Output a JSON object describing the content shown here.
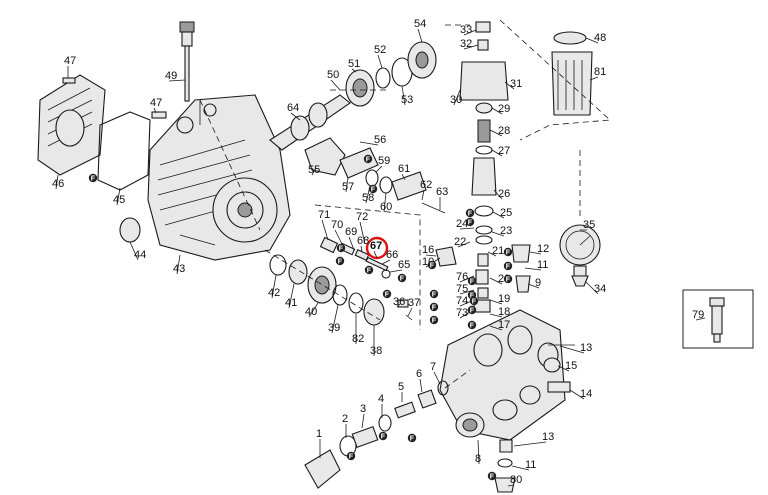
{
  "diagram": {
    "highlighted_callout": "67",
    "callouts": [
      {
        "id": "1",
        "label": "1"
      },
      {
        "id": "2",
        "label": "2"
      },
      {
        "id": "3",
        "label": "3"
      },
      {
        "id": "4",
        "label": "4"
      },
      {
        "id": "5",
        "label": "5"
      },
      {
        "id": "6",
        "label": "6"
      },
      {
        "id": "7",
        "label": "7"
      },
      {
        "id": "8",
        "label": "8"
      },
      {
        "id": "9",
        "label": "9"
      },
      {
        "id": "10",
        "label": "10"
      },
      {
        "id": "11",
        "label": "11"
      },
      {
        "id": "11b",
        "label": "11"
      },
      {
        "id": "12",
        "label": "12"
      },
      {
        "id": "13",
        "label": "13"
      },
      {
        "id": "13b",
        "label": "13"
      },
      {
        "id": "14",
        "label": "14"
      },
      {
        "id": "15",
        "label": "15"
      },
      {
        "id": "16",
        "label": "16"
      },
      {
        "id": "17",
        "label": "17"
      },
      {
        "id": "18",
        "label": "18"
      },
      {
        "id": "19",
        "label": "19"
      },
      {
        "id": "20",
        "label": "20"
      },
      {
        "id": "21",
        "label": "21"
      },
      {
        "id": "22",
        "label": "22"
      },
      {
        "id": "23",
        "label": "23"
      },
      {
        "id": "24",
        "label": "24"
      },
      {
        "id": "25",
        "label": "25"
      },
      {
        "id": "26",
        "label": "26"
      },
      {
        "id": "27",
        "label": "27"
      },
      {
        "id": "28",
        "label": "28"
      },
      {
        "id": "29",
        "label": "29"
      },
      {
        "id": "30",
        "label": "30"
      },
      {
        "id": "31",
        "label": "31"
      },
      {
        "id": "32",
        "label": "32"
      },
      {
        "id": "33",
        "label": "33"
      },
      {
        "id": "34",
        "label": "34"
      },
      {
        "id": "35",
        "label": "35"
      },
      {
        "id": "36",
        "label": "36"
      },
      {
        "id": "37",
        "label": "37"
      },
      {
        "id": "38",
        "label": "38"
      },
      {
        "id": "39",
        "label": "39"
      },
      {
        "id": "40",
        "label": "40"
      },
      {
        "id": "41",
        "label": "41"
      },
      {
        "id": "42",
        "label": "42"
      },
      {
        "id": "43",
        "label": "43"
      },
      {
        "id": "44",
        "label": "44"
      },
      {
        "id": "45",
        "label": "45"
      },
      {
        "id": "46",
        "label": "46"
      },
      {
        "id": "47",
        "label": "47"
      },
      {
        "id": "47b",
        "label": "47"
      },
      {
        "id": "48",
        "label": "48"
      },
      {
        "id": "49",
        "label": "49"
      },
      {
        "id": "50",
        "label": "50"
      },
      {
        "id": "51",
        "label": "51"
      },
      {
        "id": "52",
        "label": "52"
      },
      {
        "id": "53",
        "label": "53"
      },
      {
        "id": "54",
        "label": "54"
      },
      {
        "id": "55",
        "label": "55"
      },
      {
        "id": "56",
        "label": "56"
      },
      {
        "id": "57",
        "label": "57"
      },
      {
        "id": "58",
        "label": "58"
      },
      {
        "id": "59",
        "label": "59"
      },
      {
        "id": "60",
        "label": "60"
      },
      {
        "id": "61",
        "label": "61"
      },
      {
        "id": "62",
        "label": "62"
      },
      {
        "id": "63",
        "label": "63"
      },
      {
        "id": "64",
        "label": "64"
      },
      {
        "id": "65",
        "label": "65"
      },
      {
        "id": "66",
        "label": "66"
      },
      {
        "id": "67",
        "label": "67"
      },
      {
        "id": "68",
        "label": "68"
      },
      {
        "id": "69",
        "label": "69"
      },
      {
        "id": "70",
        "label": "70"
      },
      {
        "id": "71",
        "label": "71"
      },
      {
        "id": "72",
        "label": "72"
      },
      {
        "id": "73",
        "label": "73"
      },
      {
        "id": "74",
        "label": "74"
      },
      {
        "id": "75",
        "label": "75"
      },
      {
        "id": "76",
        "label": "76"
      },
      {
        "id": "79",
        "label": "79"
      },
      {
        "id": "80",
        "label": "80"
      },
      {
        "id": "81",
        "label": "81"
      },
      {
        "id": "82",
        "label": "82"
      }
    ],
    "badge_letter": "F"
  }
}
